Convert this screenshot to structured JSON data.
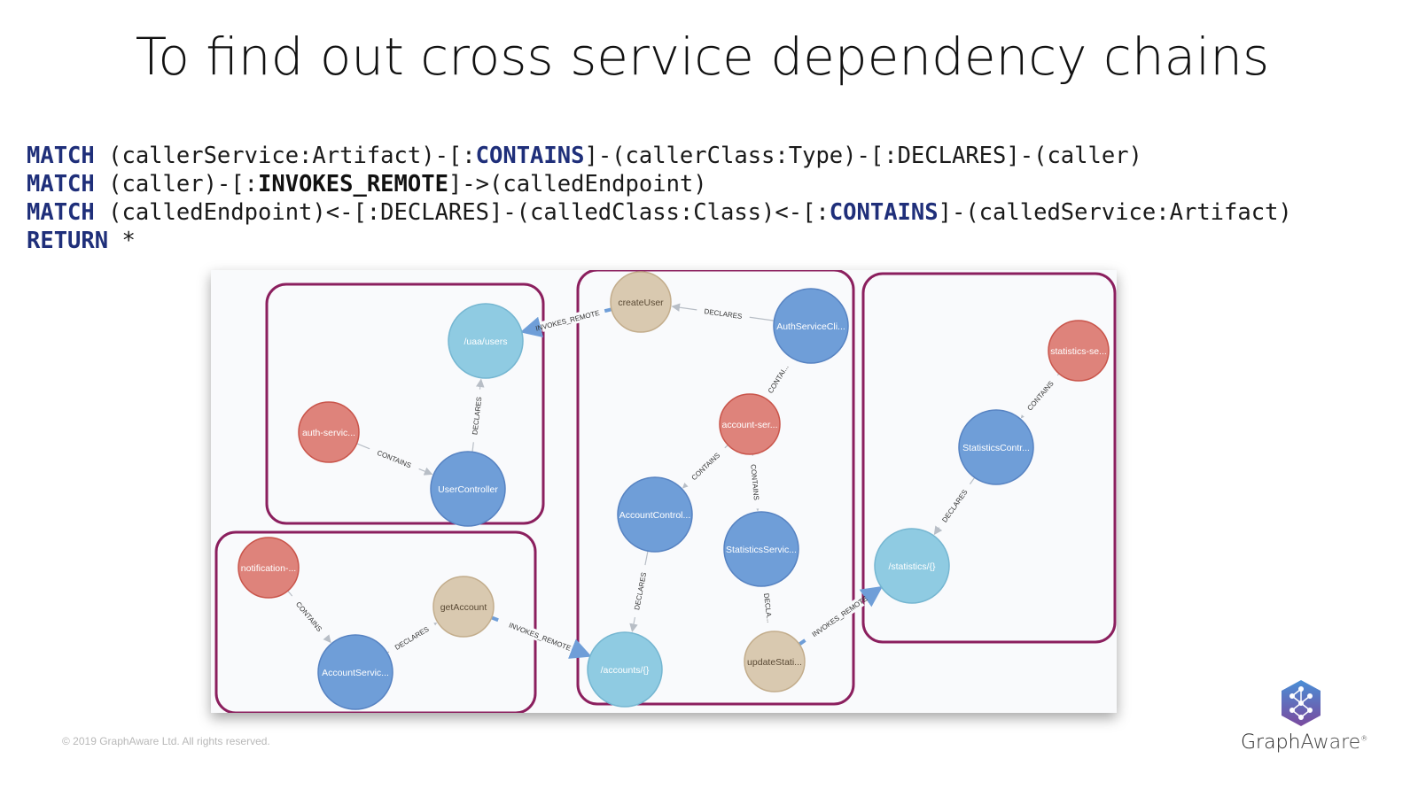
{
  "slide": {
    "title": "To find out cross service dependency chains",
    "footer": "© 2019 GraphAware Ltd. All rights reserved.",
    "brand": {
      "name_bold": "Graph",
      "name_light": "Aware",
      "trademark": "®"
    }
  },
  "query": {
    "lines": [
      [
        {
          "t": "MATCH",
          "c": "kw"
        },
        {
          "t": " (callerService:Artifact)-[:",
          "c": ""
        },
        {
          "t": "CONTAINS",
          "c": "rel"
        },
        {
          "t": "]-(callerClass:Type)-[:DECLARES]-(caller)",
          "c": ""
        }
      ],
      [
        {
          "t": "MATCH",
          "c": "kw"
        },
        {
          "t": " (caller)-[:",
          "c": ""
        },
        {
          "t": "INVOKES_REMOTE",
          "c": "bold"
        },
        {
          "t": "]->(calledEndpoint)",
          "c": ""
        }
      ],
      [
        {
          "t": "MATCH",
          "c": "kw"
        },
        {
          "t": " (calledEndpoint)<-[:DECLARES]-(calledClass:Class)<-[:",
          "c": ""
        },
        {
          "t": "CONTAINS",
          "c": "rel"
        },
        {
          "t": "]-(calledService:Artifact)",
          "c": ""
        }
      ],
      [
        {
          "t": "RETURN",
          "c": "kw"
        },
        {
          "t": " *",
          "c": ""
        }
      ]
    ]
  },
  "graph": {
    "colors": {
      "artifact": "#de837b",
      "artifact_stroke": "#c9554b",
      "class": "#6f9ed8",
      "class_stroke": "#5783c2",
      "endpoint": "#8fcbe2",
      "endpoint_stroke": "#75b6d1",
      "method": "#d9c9b0",
      "method_stroke": "#c3ad8c",
      "group_border": "#8b1f5e",
      "edge": "#b8bec6",
      "remote_edge": "#6f9ed8"
    },
    "nodes": [
      {
        "id": "uaa_users",
        "label": "/uaa/users",
        "type": "endpoint"
      },
      {
        "id": "auth_service",
        "label": "auth-servic...",
        "type": "artifact"
      },
      {
        "id": "user_controller",
        "label": "UserController",
        "type": "class"
      },
      {
        "id": "create_user",
        "label": "createUser",
        "type": "method"
      },
      {
        "id": "auth_service_client",
        "label": "AuthServiceCli...",
        "type": "class"
      },
      {
        "id": "account_service",
        "label": "account-ser...",
        "type": "artifact"
      },
      {
        "id": "account_controller",
        "label": "AccountControl...",
        "type": "class"
      },
      {
        "id": "statistics_service_class",
        "label": "StatisticsServic...",
        "type": "class"
      },
      {
        "id": "accounts_endpoint",
        "label": "/accounts/{}",
        "type": "endpoint"
      },
      {
        "id": "update_stats",
        "label": "updateStati...",
        "type": "method"
      },
      {
        "id": "notification_service",
        "label": "notification-...",
        "type": "artifact"
      },
      {
        "id": "account_service_client",
        "label": "AccountServic...",
        "type": "class"
      },
      {
        "id": "get_account",
        "label": "getAccount",
        "type": "method"
      },
      {
        "id": "statistics_service",
        "label": "statistics-se...",
        "type": "artifact"
      },
      {
        "id": "statistics_controller",
        "label": "StatisticsContr...",
        "type": "class"
      },
      {
        "id": "statistics_endpoint",
        "label": "/statistics/{}",
        "type": "endpoint"
      }
    ],
    "edges": [
      {
        "from": "auth_service",
        "to": "user_controller",
        "label": "CONTAINS",
        "kind": "normal"
      },
      {
        "from": "user_controller",
        "to": "uaa_users",
        "label": "DECLARES",
        "kind": "normal"
      },
      {
        "from": "create_user",
        "to": "uaa_users",
        "label": "INVOKES_REMOTE",
        "kind": "remote"
      },
      {
        "from": "auth_service_client",
        "to": "create_user",
        "label": "DECLARES",
        "kind": "normal"
      },
      {
        "from": "account_service",
        "to": "auth_service_client",
        "label": "CONTAI...",
        "kind": "normal"
      },
      {
        "from": "account_service",
        "to": "account_controller",
        "label": "CONTAINS",
        "kind": "normal"
      },
      {
        "from": "account_service",
        "to": "statistics_service_class",
        "label": "CONTAINS",
        "kind": "normal"
      },
      {
        "from": "account_controller",
        "to": "accounts_endpoint",
        "label": "DECLARES",
        "kind": "normal"
      },
      {
        "from": "statistics_service_class",
        "to": "update_stats",
        "label": "DECLA...",
        "kind": "normal"
      },
      {
        "from": "update_stats",
        "to": "statistics_endpoint",
        "label": "INVOKES_REMOTE",
        "kind": "remote"
      },
      {
        "from": "notification_service",
        "to": "account_service_client",
        "label": "CONTAINS",
        "kind": "normal"
      },
      {
        "from": "account_service_client",
        "to": "get_account",
        "label": "DECLARES",
        "kind": "normal"
      },
      {
        "from": "get_account",
        "to": "accounts_endpoint",
        "label": "INVOKES_REMOTE",
        "kind": "remote"
      },
      {
        "from": "statistics_service",
        "to": "statistics_controller",
        "label": "CONTAINS",
        "kind": "normal"
      },
      {
        "from": "statistics_controller",
        "to": "statistics_endpoint",
        "label": "DECLARES",
        "kind": "normal"
      }
    ],
    "groups": [
      {
        "id": "auth-service-group",
        "members": [
          "auth_service",
          "user_controller",
          "uaa_users"
        ]
      },
      {
        "id": "account-service-group",
        "members": [
          "account_service",
          "auth_service_client",
          "create_user",
          "account_controller",
          "statistics_service_class",
          "accounts_endpoint",
          "update_stats"
        ]
      },
      {
        "id": "statistics-service-group",
        "members": [
          "statistics_service",
          "statistics_controller",
          "statistics_endpoint"
        ]
      },
      {
        "id": "notification-service-group",
        "members": [
          "notification_service",
          "account_service_client",
          "get_account"
        ]
      }
    ]
  }
}
